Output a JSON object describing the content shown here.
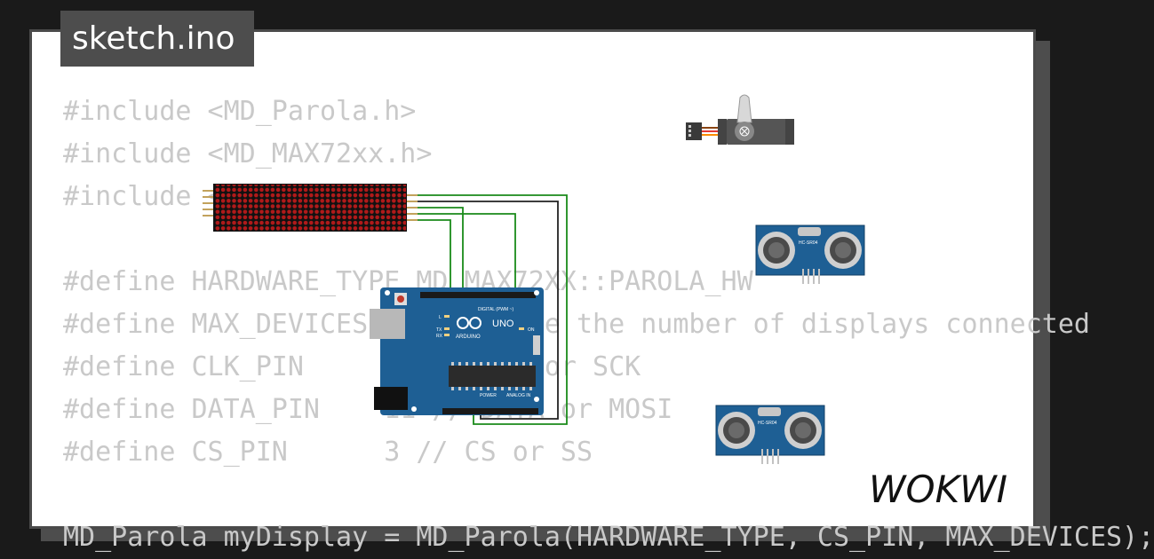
{
  "tab_title": "sketch.ino",
  "code_lines": [
    "#include <MD_Parola.h>",
    "#include <MD_MAX72xx.h>",
    "#include <SPI.h>",
    "",
    "#define HARDWARE_TYPE MD_MAX72XX::PAROLA_HW",
    "#define MAX_DEVICES 4 // Define the number of displays connected",
    "#define CLK_PIN     13 // CLK or SCK",
    "#define DATA_PIN    11 // DATA or MOSI",
    "#define CS_PIN      3 // CS or SS",
    "",
    "MD_Parola myDisplay = MD_Parola(HARDWARE_TYPE, CS_PIN, MAX_DEVICES);"
  ],
  "brand": "WOKWI",
  "components": {
    "arduino": {
      "model": "UNO",
      "brand": "ARDUINO",
      "pin_groups": [
        "DIGITAL (PWM ~)",
        "POWER",
        "ANALOG IN"
      ],
      "tx_rx": [
        "TX",
        "RX"
      ],
      "led_labels": [
        "L",
        "ON"
      ]
    },
    "sensor_label": "HC-SR04",
    "colors": {
      "board": "#1e5f94",
      "wire_green": "#1a8a1a",
      "wire_black": "#222222",
      "matrix": "#111111",
      "servo": "#555555"
    }
  }
}
